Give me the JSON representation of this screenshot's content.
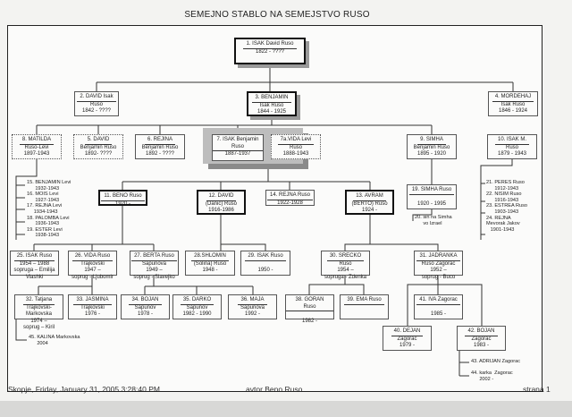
{
  "title": "SEMEJNO STABLO NA SEMEJSTVO RUSO",
  "people": [
    {
      "id": "1",
      "name": "1.  ISAK David Ruso",
      "lines": [
        "1822 - ????"
      ]
    },
    {
      "id": "2",
      "name": "2.  DAVID Isak",
      "lines": [
        "Ruso",
        "1842 - ????"
      ]
    },
    {
      "id": "3",
      "name": "3. BENJAMIN",
      "lines": [
        "Isak Ruso",
        "1844 - 1925"
      ]
    },
    {
      "id": "4",
      "name": "4. MORDEHAJ",
      "lines": [
        "Isak Ruso",
        "1846 - 1924"
      ]
    },
    {
      "id": "8",
      "name": "8. MATILDA",
      "lines": [
        "Ruso-Levi",
        "1897-1943"
      ]
    },
    {
      "id": "5",
      "name": "5. DAVID",
      "lines": [
        "Benjamin Ruso",
        "1892- ????"
      ]
    },
    {
      "id": "6",
      "name": "6. REJINA",
      "lines": [
        "Benjamin Ruso",
        "1892 - ????"
      ]
    },
    {
      "id": "7",
      "name": "7. ISAK Benjamin Ruso",
      "lines": [
        "1887-1937"
      ]
    },
    {
      "id": "7a",
      "name": "7a.VIDA Levi",
      "lines": [
        "Ruso",
        "1888-1943"
      ]
    },
    {
      "id": "9",
      "name": "9. SIMHA",
      "lines": [
        "Benjamin Ruso",
        "1895 - 1920"
      ]
    },
    {
      "id": "10",
      "name": "10. ISAK M.",
      "lines": [
        "Ruso",
        "1879 - 1943"
      ]
    },
    {
      "id": "11",
      "name": "11. BENO Ruso",
      "lines": [
        "1920 -"
      ]
    },
    {
      "id": "12",
      "name": "12. DAVID",
      "lines": [
        "(Danic) Ruso",
        "1916-1986"
      ]
    },
    {
      "id": "14",
      "name": "14. REJNA Ruso",
      "lines": [
        "1922-1928"
      ]
    },
    {
      "id": "13",
      "name": "13. AVRAM",
      "lines": [
        "(BERTO) Ruso",
        "1924 -"
      ]
    },
    {
      "id": "19",
      "name": "19. SIMHA Ruso",
      "lines": [
        "",
        "1920 - 1995"
      ]
    },
    {
      "id": "25",
      "name": "25. ISAK Ruso",
      "lines": [
        "1954 – 1988",
        "sopruga – Emilija",
        "Vlashki"
      ]
    },
    {
      "id": "26",
      "name": "26. VIDA Ruso",
      "lines": [
        "Trajkovski",
        "1947 –",
        "soprug - Ljubomir"
      ]
    },
    {
      "id": "27",
      "name": "27. BERTA Ruso",
      "lines": [
        "Sapunova",
        "1949 –",
        "soprug - Slavejko"
      ]
    },
    {
      "id": "28",
      "name": "28.SHLOMIN",
      "lines": [
        "(Solina) Ruso",
        "1948 -"
      ]
    },
    {
      "id": "29",
      "name": "29. ISAK Ruso",
      "lines": [
        "",
        "1950 -"
      ]
    },
    {
      "id": "30",
      "name": "30. SRECKO",
      "lines": [
        "Ruso",
        "1954 –",
        "sopruga - Zdenka"
      ]
    },
    {
      "id": "31",
      "name": "31. JADRANKA",
      "lines": [
        "Ruso Zagorac",
        "1952 –",
        "soprug - Buco"
      ]
    },
    {
      "id": "32",
      "name": "32. Tatjana",
      "lines": [
        "Trajkovski-",
        "Markovska",
        "1974 –",
        "soprug – Kiril"
      ]
    },
    {
      "id": "33",
      "name": "33. JASMINA",
      "lines": [
        "Trajkovski",
        "1976 -"
      ]
    },
    {
      "id": "34",
      "name": "34. BOJAN",
      "lines": [
        "Sapunov",
        "1978 -"
      ]
    },
    {
      "id": "35",
      "name": "35. DARKO",
      "lines": [
        "Sapunov",
        "1982 - 1990"
      ]
    },
    {
      "id": "36",
      "name": "36. MAJA",
      "lines": [
        "Sapunova",
        "1992 -"
      ]
    },
    {
      "id": "38",
      "name": "38. GORAN Ruso",
      "lines": [
        "",
        "1982 -"
      ]
    },
    {
      "id": "39",
      "name": "39. EMA Ruso",
      "lines": []
    },
    {
      "id": "41",
      "name": "41. IVA Zagorac",
      "lines": [
        "",
        "1985 -"
      ]
    },
    {
      "id": "40",
      "name": "40. DEJAN",
      "lines": [
        "Zagorac",
        "1979 -"
      ]
    },
    {
      "id": "42",
      "name": "42. BOJAN",
      "lines": [
        "Zagorac",
        "1983 -"
      ]
    }
  ],
  "lists": {
    "levi": [
      "15. BENJAMIN Levi",
      "      1932-1943",
      "16. MOIS Levi",
      "      1927-1943",
      "17. REJNA Levi",
      "     1934-1943",
      "18. PALOMBA Levi",
      "      1936-1943",
      "19. ESTER Levi",
      "      1938-1943"
    ],
    "isakm": [
      "21. PERES Ruso",
      "      1912-1943",
      "22. NISIM Ruso",
      "      1916-1943",
      "23. ESTREA Ruso",
      "      1903-1943",
      "24. REJNA",
      "Mevorak Jakov",
      "   1901-1943"
    ],
    "simha": [
      "20. sin na Simha",
      "      vo Izrael"
    ],
    "kalina": [
      "45. KALINA Markovska",
      "      2004"
    ],
    "bojan": [
      "43. ADRIJAN Zagorac",
      "",
      "44. karka  Zagorac",
      "      2002 -"
    ]
  },
  "footer": {
    "left": "Skopje, Friday, January 31, 2005   3:28:40 PM",
    "center": "avtor Beno Ruso",
    "right": "strana 1"
  }
}
